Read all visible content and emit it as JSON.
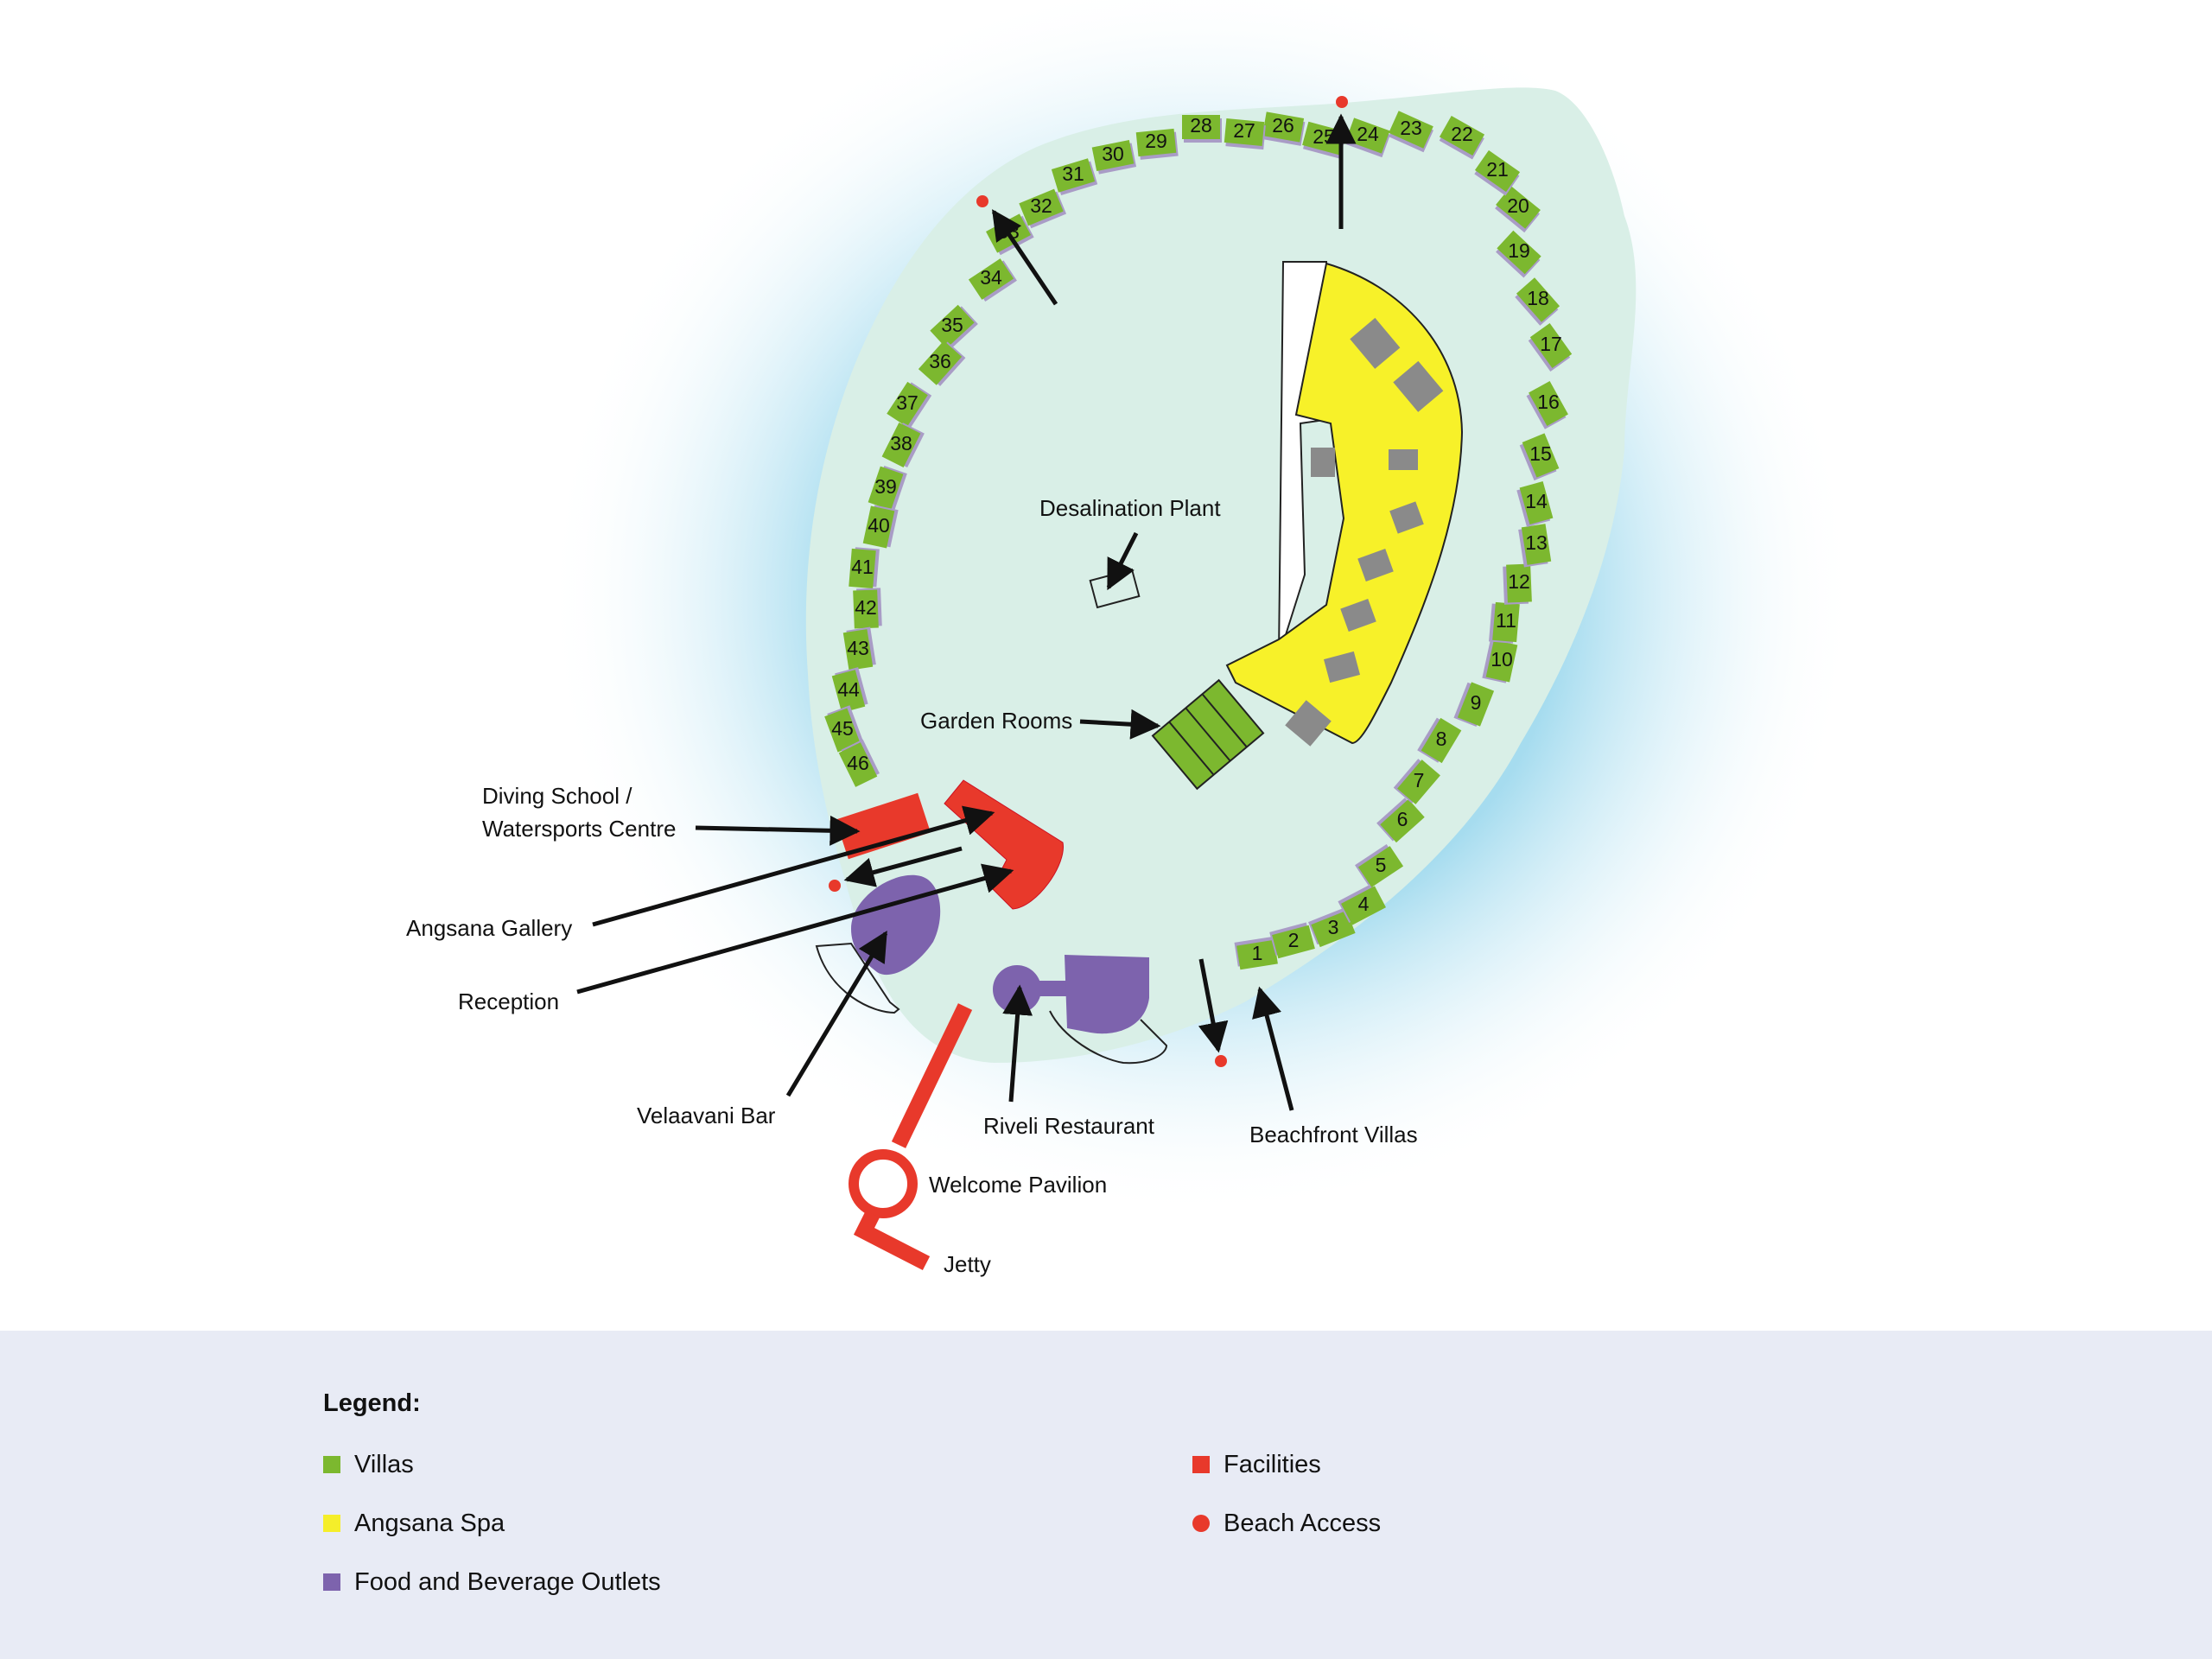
{
  "map": {
    "labels": {
      "desalination": "Desalination Plant",
      "garden_rooms": "Garden Rooms",
      "diving_1": "Diving School /",
      "diving_2": "Watersports Centre",
      "gallery": "Angsana Gallery",
      "reception": "Reception",
      "velaavani": "Velaavani Bar",
      "riveli": "Riveli Restaurant",
      "beachfront": "Beachfront Villas",
      "pavilion": "Welcome Pavilion",
      "jetty": "Jetty"
    },
    "villa_numbers": [
      "1",
      "2",
      "3",
      "4",
      "5",
      "6",
      "7",
      "8",
      "9",
      "10",
      "11",
      "12",
      "13",
      "14",
      "15",
      "16",
      "17",
      "18",
      "19",
      "20",
      "21",
      "22",
      "23",
      "24",
      "25",
      "26",
      "27",
      "28",
      "29",
      "30",
      "31",
      "32",
      "33",
      "34",
      "35",
      "36",
      "37",
      "38",
      "39",
      "40",
      "41",
      "42",
      "43",
      "44",
      "45",
      "46"
    ]
  },
  "legend": {
    "title": "Legend:",
    "items": [
      {
        "label": "Villas",
        "color": "#7cb82f",
        "icon": "square"
      },
      {
        "label": "Angsana Spa",
        "color": "#f5ee2a",
        "icon": "square"
      },
      {
        "label": "Food and Beverage Outlets",
        "color": "#7d63ad",
        "icon": "square"
      },
      {
        "label": "Facilities",
        "color": "#e8392b",
        "icon": "square"
      },
      {
        "label": "Beach Access",
        "color": "#e8392b",
        "icon": "circle"
      }
    ]
  }
}
